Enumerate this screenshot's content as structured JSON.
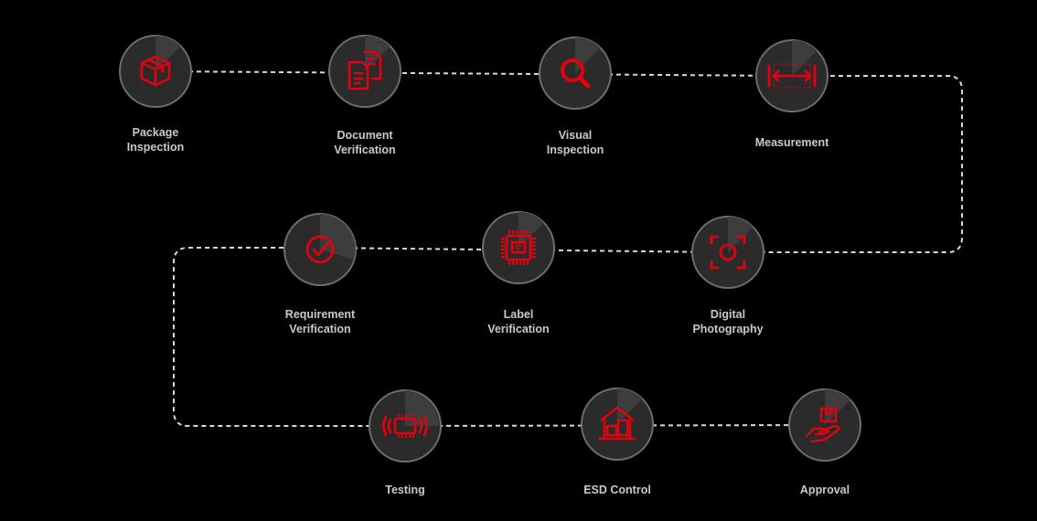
{
  "colors": {
    "background": "#000000",
    "accent": "#e3000f",
    "circle_fill": "#2b2b2b",
    "circle_wedge": "#3d3d3d",
    "ring": "#6e6e6e",
    "connector": "#d9d9d9",
    "label": "#c9c9c9"
  },
  "steps": [
    {
      "icon": "package-icon",
      "label_lines": [
        "Package",
        "Inspection"
      ]
    },
    {
      "icon": "documents-icon",
      "label_lines": [
        "Document",
        "Verification"
      ]
    },
    {
      "icon": "magnifier-icon",
      "label_lines": [
        "Visual",
        "Inspection"
      ]
    },
    {
      "icon": "measurement-icon",
      "label_lines": [
        "Measurement"
      ]
    },
    {
      "icon": "check-circle-icon",
      "label_lines": [
        "Requirement",
        "Verification"
      ]
    },
    {
      "icon": "chip-label-icon",
      "label_lines": [
        "Label",
        "Verification"
      ]
    },
    {
      "icon": "camera-frame-icon",
      "label_lines": [
        "Digital",
        "Photography"
      ]
    },
    {
      "icon": "testing-chip-icon",
      "label_lines": [
        "Testing"
      ]
    },
    {
      "icon": "esd-warehouse-icon",
      "label_lines": [
        "ESD Control"
      ]
    },
    {
      "icon": "hand-box-icon",
      "label_lines": [
        "Approval"
      ]
    }
  ]
}
